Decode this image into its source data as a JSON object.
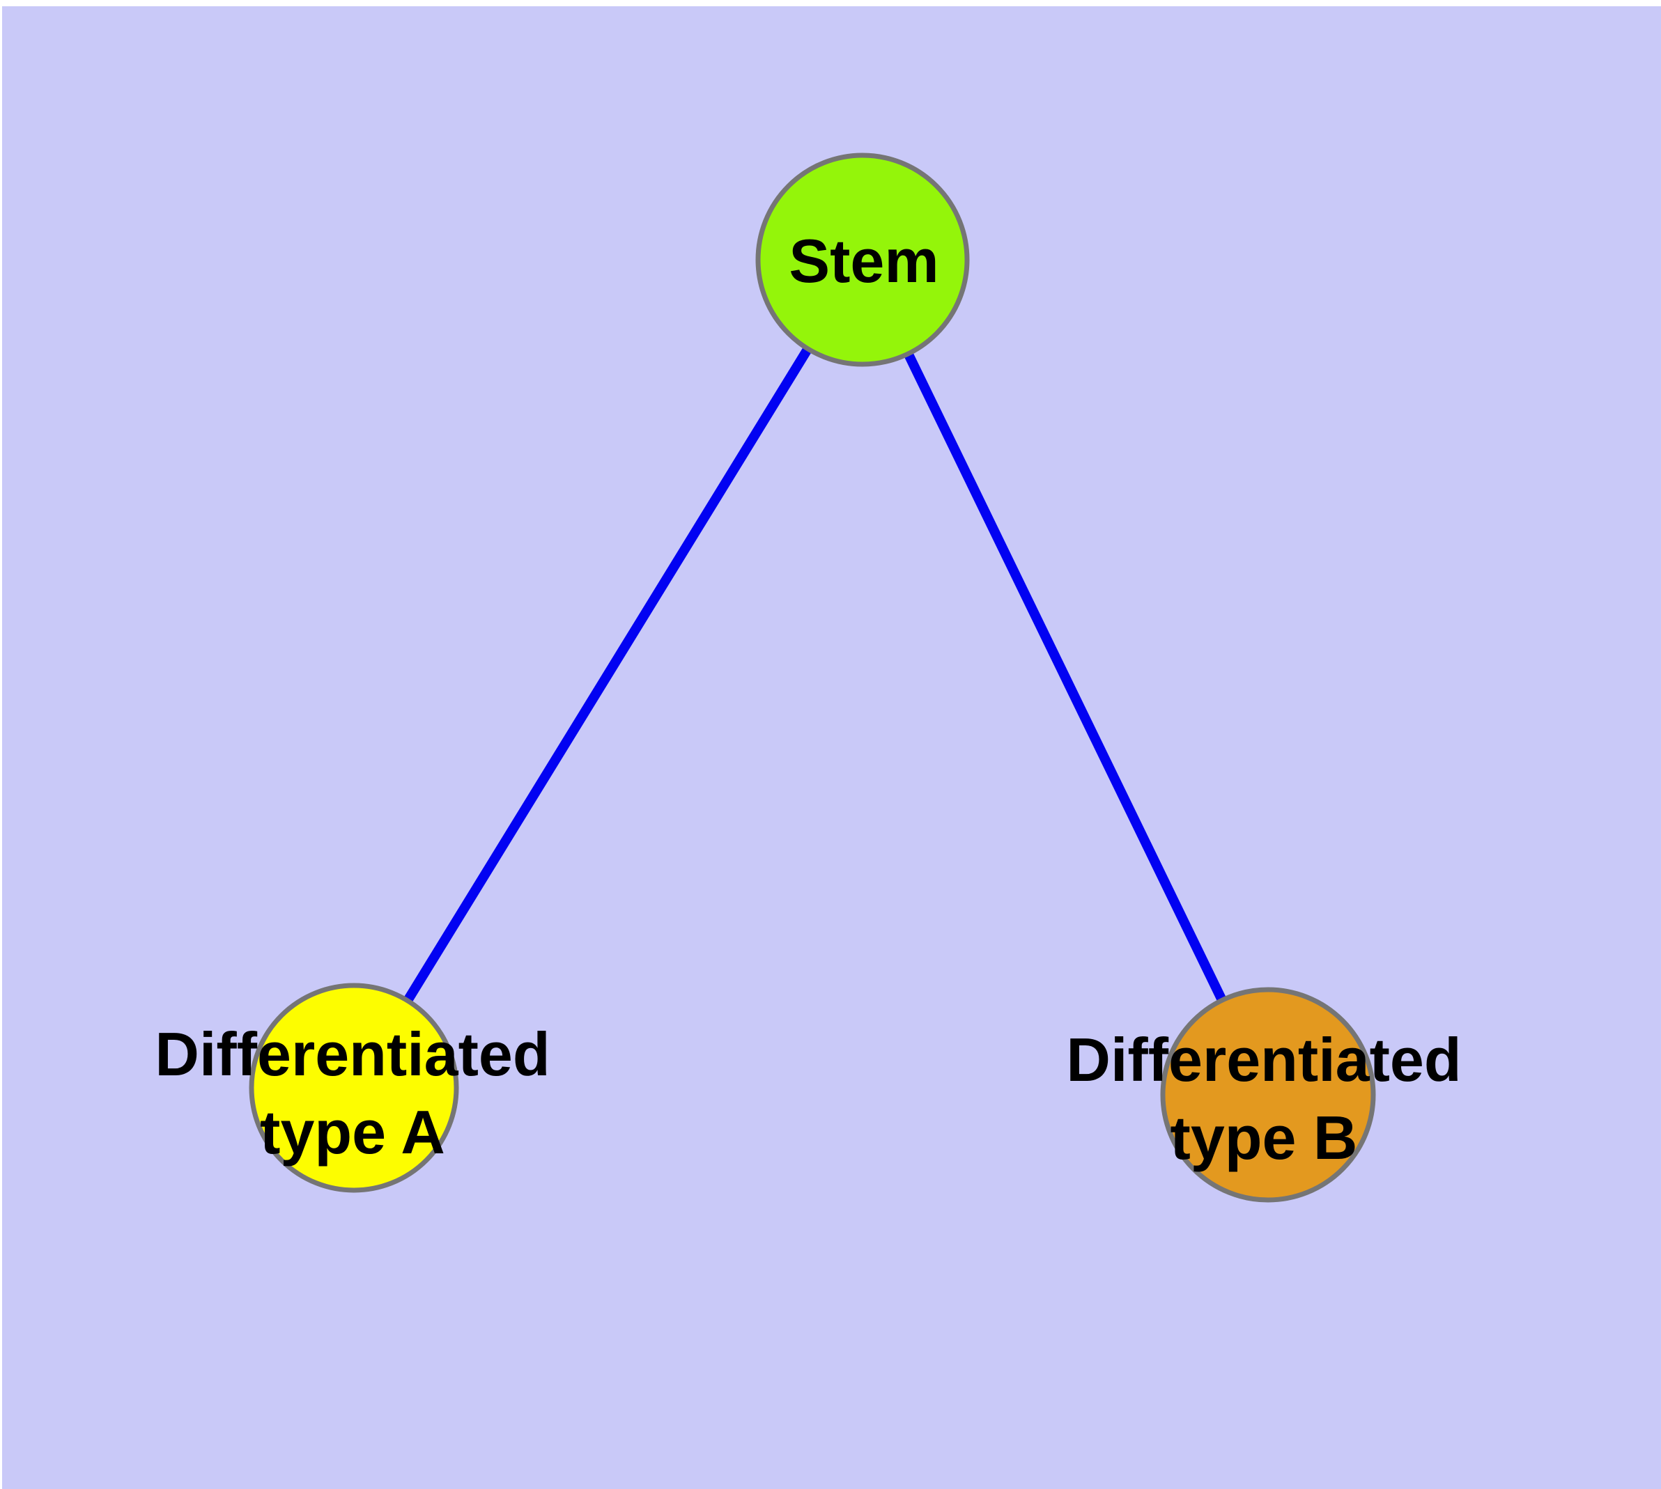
{
  "diagram": {
    "title": "",
    "page_background": "#ffffff",
    "background": "#c9c9f8",
    "edge_color": "#0202f2",
    "node_border_color": "#757575",
    "label_color": "#000000",
    "nodes": [
      {
        "id": "stem",
        "label": "Stem",
        "color": "#94f50a"
      },
      {
        "id": "type-a",
        "label": "Differentiated\ntype A",
        "color": "#fdfd00"
      },
      {
        "id": "type-b",
        "label": "Differentiated\ntype B",
        "color": "#e3991f"
      }
    ],
    "edges": [
      {
        "from": "stem",
        "to": "type-a"
      },
      {
        "from": "stem",
        "to": "type-b"
      }
    ]
  }
}
